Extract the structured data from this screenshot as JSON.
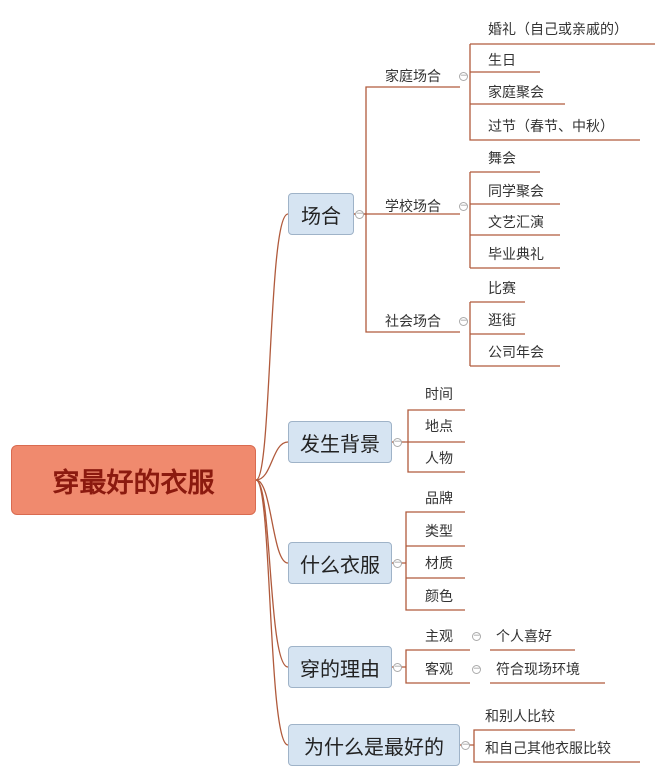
{
  "root": "穿最好的衣服",
  "branches": {
    "changhe": {
      "label": "场合",
      "jiating": {
        "label": "家庭场合",
        "items": [
          "婚礼（自己或亲戚的）",
          "生日",
          "家庭聚会",
          "过节（春节、中秋）"
        ]
      },
      "xuexiao": {
        "label": "学校场合",
        "items": [
          "舞会",
          "同学聚会",
          "文艺汇演",
          "毕业典礼"
        ]
      },
      "shehui": {
        "label": "社会场合",
        "items": [
          "比赛",
          "逛街",
          "公司年会"
        ]
      }
    },
    "beijing": {
      "label": "发生背景",
      "items": [
        "时间",
        "地点",
        "人物"
      ]
    },
    "yifu": {
      "label": "什么衣服",
      "items": [
        "品牌",
        "类型",
        "材质",
        "颜色"
      ]
    },
    "liyou": {
      "label": "穿的理由",
      "zhuguan": {
        "label": "主观",
        "child": "个人喜好"
      },
      "keguan": {
        "label": "客观",
        "child": "符合现场环境"
      }
    },
    "zuihao": {
      "label": "为什么是最好的",
      "items": [
        "和别人比较",
        "和自己其他衣服比较"
      ]
    }
  },
  "colors": {
    "line": "#b05a3c",
    "root_fill": "#f08a6e",
    "root_text": "#8b1a0f",
    "node_fill": "#d6e4f2",
    "node_border": "#9fb3c8"
  }
}
